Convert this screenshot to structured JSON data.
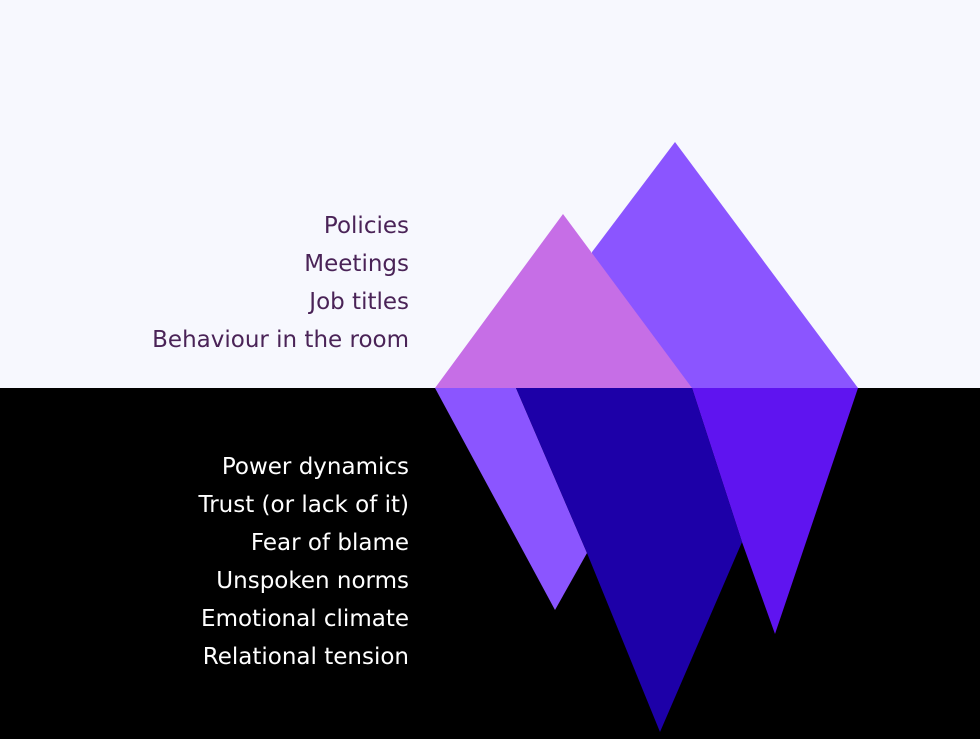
{
  "above_surface": {
    "items": [
      "Policies",
      "Meetings",
      "Job titles",
      "Behaviour in the room"
    ]
  },
  "below_surface": {
    "items": [
      "Power dynamics",
      "Trust (or lack of it)",
      "Fear of blame",
      "Unspoken norms",
      "Emotional climate",
      "Relational tension"
    ]
  },
  "colors": {
    "sky": "#f7f8fe",
    "sea": "#000000",
    "text_above": "#4a2357",
    "text_below": "#ffffff",
    "peak_left": "#c66ee6",
    "peak_right": "#8b55ff",
    "under_left": "#8b55ff",
    "under_center": "#1d00a8",
    "under_right": "#5f14f0"
  }
}
